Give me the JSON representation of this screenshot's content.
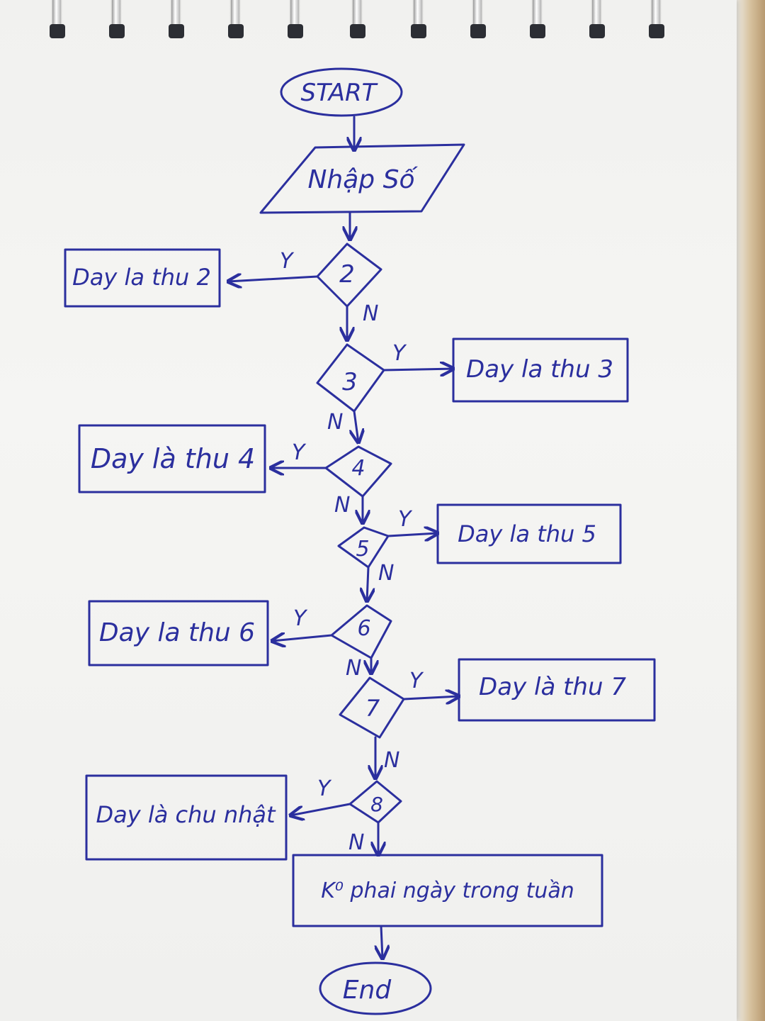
{
  "nodes": {
    "start": "START",
    "input": "Nhập Số",
    "d2": "2",
    "d3": "3",
    "d4": "4",
    "d5": "5",
    "d6": "6",
    "d7": "7",
    "d8": "8",
    "out2": "Day la thu 2",
    "out3": "Day la thu 3",
    "out4": "Day là thu 4",
    "out5": "Day la thu 5",
    "out6": "Day la thu 6",
    "out7": "Day là thu 7",
    "out8": "Day là chu nhật",
    "default": "K⁰ phai ngày trong tuần",
    "end": "End"
  },
  "edges": {
    "yes": "Y",
    "no": "N"
  },
  "colors": {
    "ink": "#2b2f9e",
    "paper": "#f4f4f2",
    "desk": "#c9b28e"
  }
}
